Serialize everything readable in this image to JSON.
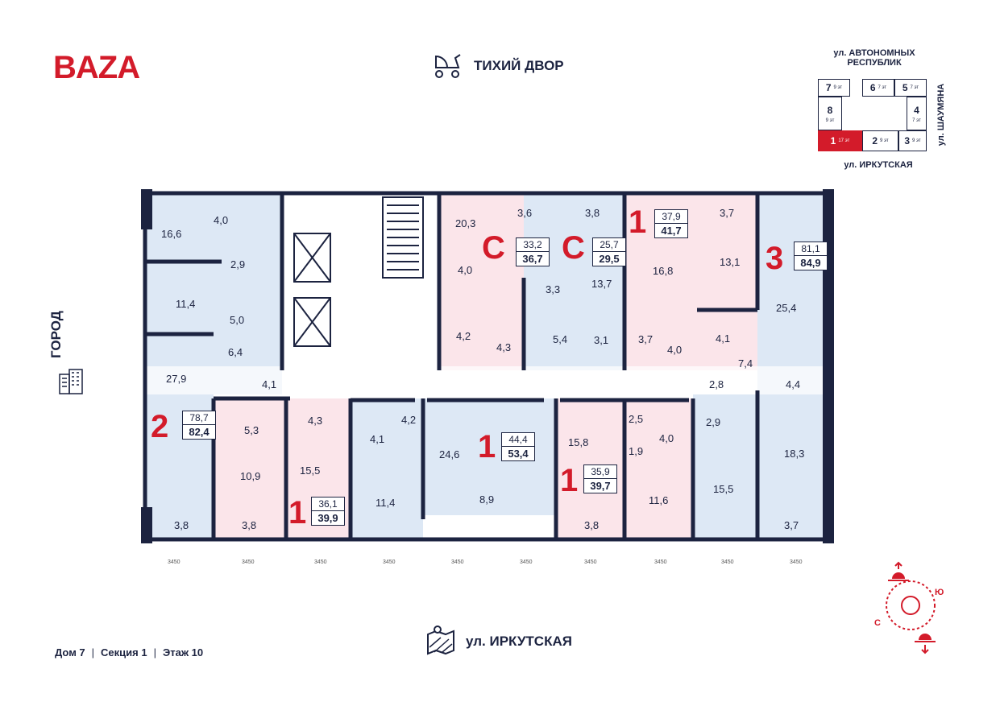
{
  "brand": "BAZA",
  "top_street": "ТИХИЙ ДВОР",
  "left_label": "ГОРОД",
  "bottom_street": "ул. ИРКУТСКАЯ",
  "footer": {
    "house": "Дом 7",
    "section": "Секция 1",
    "floor": "Этаж 10"
  },
  "key_plan": {
    "street_top": "ул. АВТОНОМНЫХ РЕСПУБЛИК",
    "street_right": "ул. ШАУМЯНА",
    "street_bottom": "ул. ИРКУТСКАЯ",
    "sections": [
      {
        "n": "7",
        "floors": "9 эт"
      },
      {
        "n": "6",
        "floors": "7 эт"
      },
      {
        "n": "5",
        "floors": "7 эт"
      },
      {
        "n": "8",
        "floors": "9 эт"
      },
      {
        "n": "4",
        "floors": "7 эт"
      },
      {
        "n": "1",
        "floors": "17 эт",
        "active": true
      },
      {
        "n": "2",
        "floors": "9 эт"
      },
      {
        "n": "3",
        "floors": "9 эт"
      }
    ]
  },
  "apartments": [
    {
      "type": "2",
      "area": "78,7",
      "total": "82,4"
    },
    {
      "type": "С",
      "area": "33,2",
      "total": "36,7"
    },
    {
      "type": "С",
      "area": "25,7",
      "total": "29,5"
    },
    {
      "type": "1",
      "area": "37,9",
      "total": "41,7"
    },
    {
      "type": "3",
      "area": "81,1",
      "total": "84,9"
    },
    {
      "type": "1",
      "area": "36,1",
      "total": "39,9"
    },
    {
      "type": "1",
      "area": "44,4",
      "total": "53,4"
    },
    {
      "type": "1",
      "area": "35,9",
      "total": "39,7"
    }
  ],
  "rooms": [
    "16,6",
    "4,0",
    "2,9",
    "11,4",
    "5,0",
    "6,4",
    "27,9",
    "4,1",
    "20,3",
    "3,6",
    "4,0",
    "4,2",
    "4,3",
    "3,8",
    "3,3",
    "13,7",
    "5,4",
    "3,1",
    "16,8",
    "3,7",
    "4,0",
    "3,7",
    "13,1",
    "25,4",
    "4,1",
    "7,4",
    "4,4",
    "5,3",
    "4,3",
    "15,5",
    "10,9",
    "3,8",
    "3,8",
    "4,1",
    "11,4",
    "4,2",
    "24,6",
    "8,9",
    "2,5",
    "15,8",
    "1,9",
    "4,0",
    "11,6",
    "3,8",
    "2,8",
    "2,9",
    "15,5",
    "18,3",
    "3,7"
  ],
  "dimension": "3450",
  "compass": {
    "s": "С",
    "yu": "Ю"
  },
  "colors": {
    "red": "#d31b2a",
    "navy": "#1c2340",
    "blue_fill": "#dde8f5",
    "pink_fill": "#fbe5ea"
  }
}
